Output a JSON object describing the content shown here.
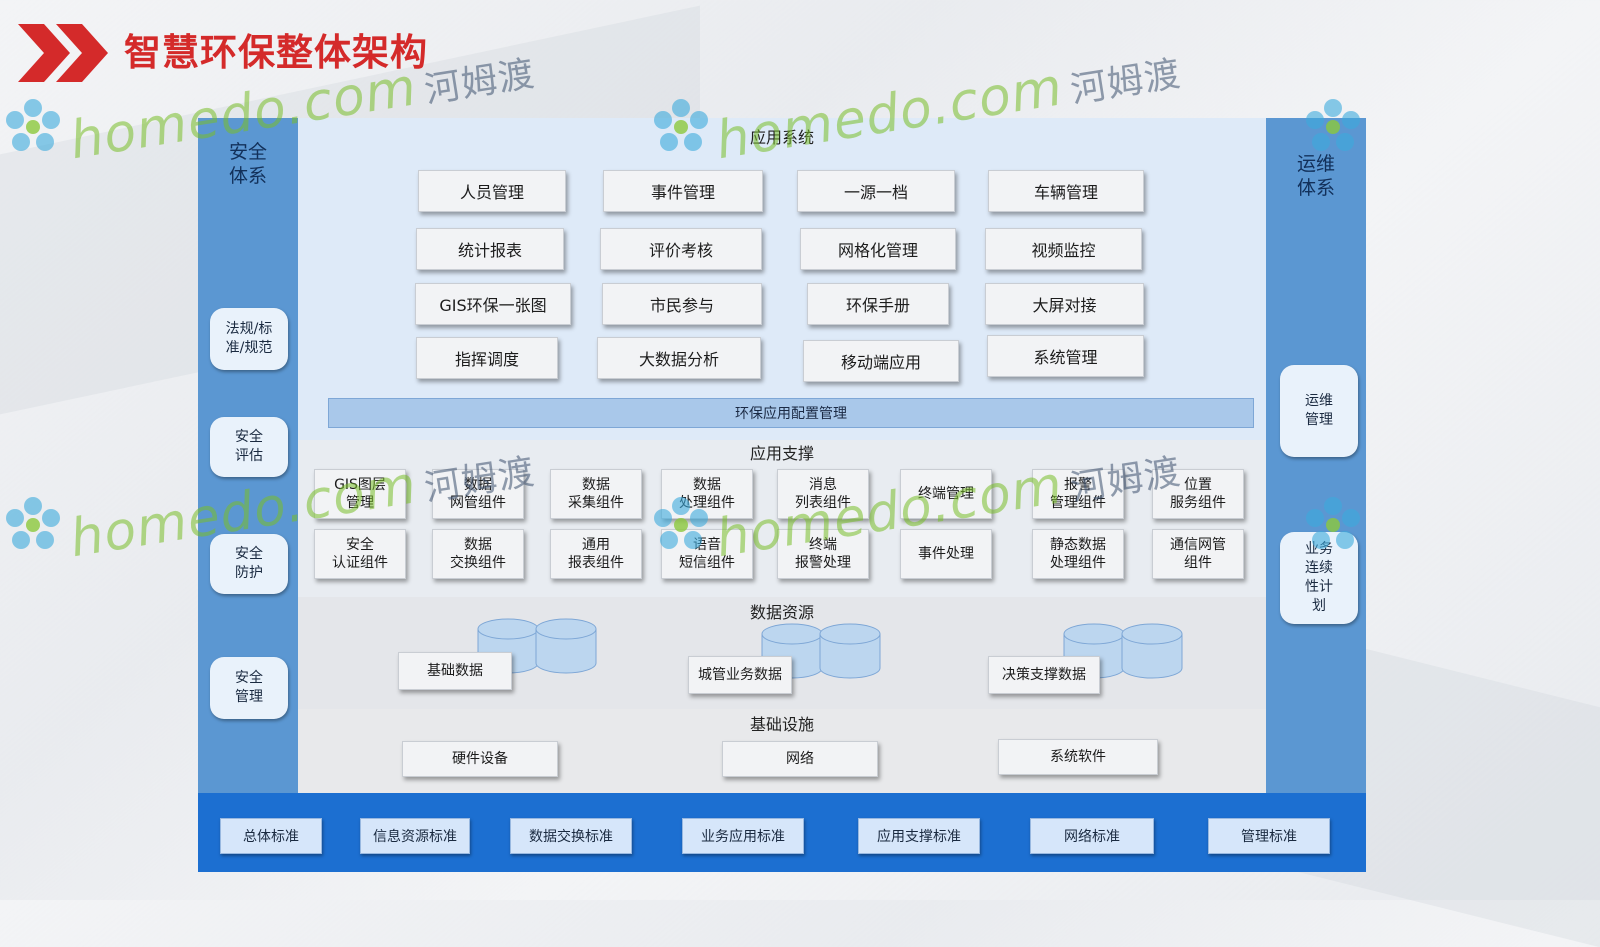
{
  "header": {
    "title": "智慧环保整体架构"
  },
  "colors": {
    "accent_red": "#d42a2a",
    "side_blue": "#5b97d2",
    "band_blue": "#1c6fd1",
    "app_bg": "#deeaf8"
  },
  "left_column": {
    "title_line1": "安全",
    "title_line2": "体系",
    "items": [
      {
        "l1": "法规/标",
        "l2": "准/规范"
      },
      {
        "l1": "安全",
        "l2": "评估"
      },
      {
        "l1": "安全",
        "l2": "防护"
      },
      {
        "l1": "安全",
        "l2": "管理"
      }
    ]
  },
  "right_column": {
    "title_line1": "运维",
    "title_line2": "体系",
    "items": [
      {
        "l1": "运维",
        "l2": "管理"
      },
      {
        "l1": "业务",
        "l2": "连续",
        "l3": "性计",
        "l4": "划"
      }
    ]
  },
  "app_system": {
    "title": "应用系统",
    "rows": [
      [
        "人员管理",
        "事件管理",
        "一源一档",
        "车辆管理"
      ],
      [
        "统计报表",
        "评价考核",
        "网格化管理",
        "视频监控"
      ],
      [
        "GIS环保一张图",
        "市民参与",
        "环保手册",
        "大屏对接"
      ],
      [
        "指挥调度",
        "大数据分析",
        "移动端应用",
        "系统管理"
      ]
    ],
    "config_bar": "环保应用配置管理"
  },
  "app_support": {
    "title": "应用支撑",
    "row1": [
      {
        "l1": "GIS图层",
        "l2": "管理"
      },
      {
        "l1": "数据",
        "l2": "网管组件"
      },
      {
        "l1": "数据",
        "l2": "采集组件"
      },
      {
        "l1": "数据",
        "l2": "处理组件"
      },
      {
        "l1": "消息",
        "l2": "列表组件"
      },
      {
        "l1": "终端管理",
        "l2": ""
      },
      {
        "l1": "报警",
        "l2": "管理组件"
      },
      {
        "l1": "位置",
        "l2": "服务组件"
      }
    ],
    "row2": [
      {
        "l1": "安全",
        "l2": "认证组件"
      },
      {
        "l1": "数据",
        "l2": "交换组件"
      },
      {
        "l1": "通用",
        "l2": "报表组件"
      },
      {
        "l1": "语音",
        "l2": "短信组件"
      },
      {
        "l1": "终端",
        "l2": "报警处理"
      },
      {
        "l1": "事件处理",
        "l2": ""
      },
      {
        "l1": "静态数据",
        "l2": "处理组件"
      },
      {
        "l1": "通信网管",
        "l2": "组件"
      }
    ]
  },
  "data_resources": {
    "title": "数据资源",
    "items": [
      "基础数据",
      "城管业务数据",
      "决策支撑数据"
    ]
  },
  "infrastructure": {
    "title": "基础设施",
    "items": [
      "硬件设备",
      "网络",
      "系统软件"
    ]
  },
  "standards": [
    "总体标准",
    "信息资源标准",
    "数据交换标准",
    "业务应用标准",
    "应用支撑标准",
    "网络标准",
    "管理标准"
  ],
  "watermark": {
    "latin": "homedo.com",
    "cn": "河姆渡"
  }
}
